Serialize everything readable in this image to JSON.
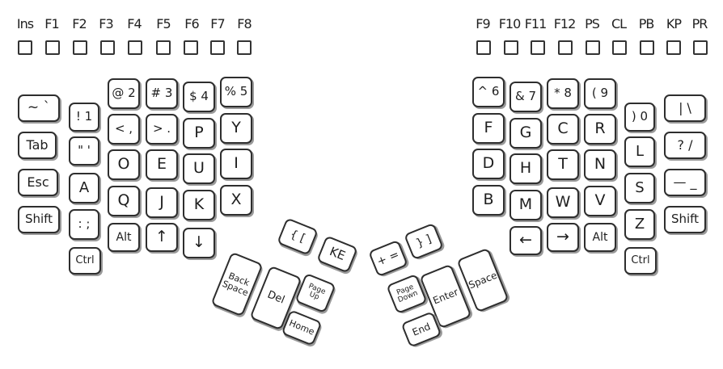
{
  "function_row": {
    "left": [
      "Ins",
      "F1",
      "F2",
      "F3",
      "F4",
      "F5",
      "F6",
      "F7",
      "F8"
    ],
    "right": [
      "F9",
      "F10",
      "F11",
      "F12",
      "PS",
      "CL",
      "PB",
      "KP",
      "PR"
    ]
  },
  "left_hand": {
    "pinky": [
      "~ `",
      "Tab",
      "Esc",
      "Shift"
    ],
    "ring": [
      "! 1",
      "\" '",
      "A",
      ": ;",
      "Ctrl"
    ],
    "number_row": [
      "@ 2",
      "# 3",
      "$ 4",
      "% 5"
    ],
    "top_row": [
      "< ,",
      "> .",
      "P",
      "Y"
    ],
    "home_row": [
      "O",
      "E",
      "U",
      "I"
    ],
    "bottom_row": [
      "Q",
      "J",
      "K",
      "X"
    ],
    "extra_row": [
      "Alt",
      "↑",
      "↓"
    ]
  },
  "right_hand": {
    "number_row": [
      "^ 6",
      "& 7",
      "* 8",
      "( 9"
    ],
    "top_row": [
      "F",
      "G",
      "C",
      "R"
    ],
    "home_row": [
      "D",
      "H",
      "T",
      "N"
    ],
    "bottom_row": [
      "B",
      "M",
      "W",
      "V"
    ],
    "extra_row": [
      "←",
      "→",
      "Alt"
    ],
    "ring": [
      ") 0",
      "L",
      "S",
      "Z",
      "Ctrl"
    ],
    "pinky": [
      "| \\",
      "? /",
      "— _",
      "Shift"
    ]
  },
  "left_thumb": [
    "{ [",
    "KE",
    "Back\nSpace",
    "Del",
    "Page\nUp",
    "Home"
  ],
  "right_thumb": [
    "+ =",
    "} ]",
    "Page\nDown",
    "Enter",
    "Space",
    "End"
  ]
}
